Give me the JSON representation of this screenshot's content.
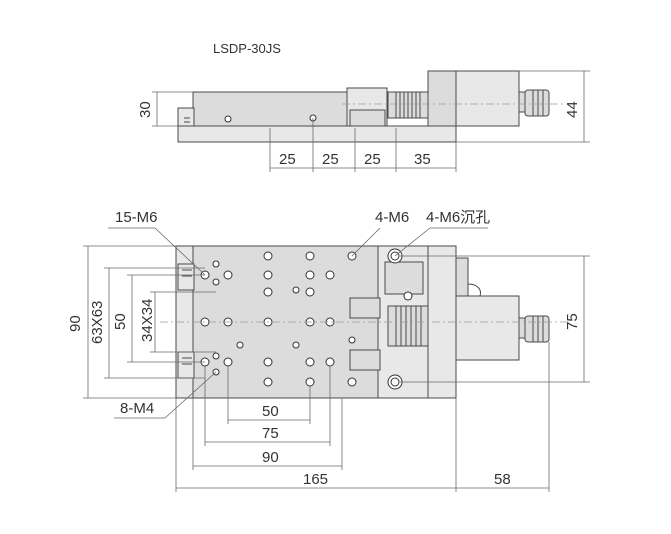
{
  "title": "LSDP-30JS",
  "side_view": {
    "height_left": "30",
    "height_right": "44",
    "pitches": [
      "25",
      "25",
      "25",
      "35"
    ]
  },
  "top_view": {
    "label_holes_top": "15-M6",
    "label_m6": "4-M6",
    "label_m6_counterbore": "4-M6沉孔",
    "label_m4": "8-M4",
    "dim_left_outer": "90",
    "dim_left_63": "63X63",
    "dim_left_50": "50",
    "dim_left_34": "34X34",
    "dim_right": "75",
    "dim_bottom_50": "50",
    "dim_bottom_75": "75",
    "dim_bottom_90": "90",
    "dim_bottom_165": "165",
    "dim_bottom_58": "58"
  }
}
